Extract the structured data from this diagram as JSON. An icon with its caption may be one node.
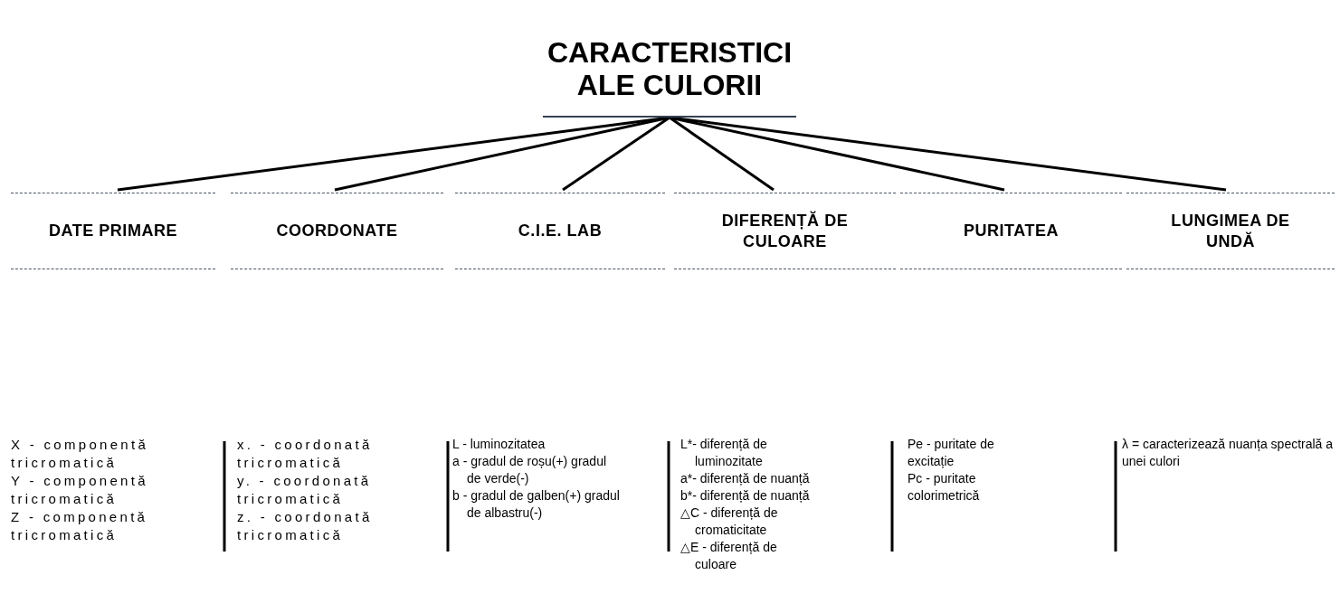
{
  "diagram": {
    "nodes": [
      {
        "text": [
          "CARACTERISTICI ALE CULORII"
        ]
      },
      {
        "text": [
          "DATE PRIMARE"
        ]
      },
      {
        "text": [
          "COORDONATE"
        ]
      },
      {
        "text": [
          "C.I.E. LAB"
        ]
      },
      {
        "text": [
          "DIFERENȚĂ DE CULOARE"
        ]
      },
      {
        "text": [
          "PURITATEA"
        ]
      },
      {
        "text": [
          "LUNGIMEA DE UNDĂ"
        ]
      }
    ],
    "edges": [
      {
        "from": 0,
        "to": 1,
        "arrow": "none"
      },
      {
        "from": 0,
        "to": 2,
        "arrow": "none"
      },
      {
        "from": 0,
        "to": 3,
        "arrow": "none"
      },
      {
        "from": 0,
        "to": 4,
        "arrow": "none"
      },
      {
        "from": 0,
        "to": 5,
        "arrow": "none"
      },
      {
        "from": 0,
        "to": 6,
        "arrow": "none"
      }
    ],
    "labels": [
      "X - componentă tricromatică",
      "Y - componentă tricromatică",
      "Z - componentă tricromatică",
      "x. - coordonată tricromatică",
      "y. - coordonată tricromatică",
      "z. - coordonată tricromatică",
      "L - luminozitatea",
      "a - gradul de roșu(+) gradul de verde(-)",
      "b - gradul de galben(+) gradul de albastru(-)",
      "L*- diferență de luminozitate",
      "a*- diferență de nuanță",
      "b*- diferență de nuanță",
      "△C - diferență de cromaticitate",
      "△E - diferență de culoare",
      "Pe - puritate de excitație",
      "Pc - puritate colorimetrică",
      "λ = caracterizează nuanța spectrală a unei culori"
    ]
  }
}
